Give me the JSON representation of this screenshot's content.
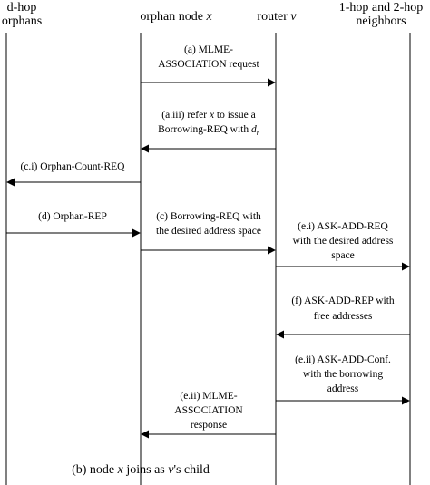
{
  "headers": [
    {
      "id": "d-hop",
      "lines": [
        "d-hop",
        "orphans"
      ],
      "italic_token": "d"
    },
    {
      "id": "orphan-node",
      "lines": [
        "orphan node x"
      ],
      "italic_token": "x"
    },
    {
      "id": "router",
      "lines": [
        "router v"
      ],
      "italic_token": "v"
    },
    {
      "id": "neighbors",
      "lines": [
        "1-hop and 2-hop",
        "neighbors"
      ]
    }
  ],
  "messages": [
    {
      "id": "a",
      "from": "orphan-node",
      "to": "router",
      "lines": [
        "(a) MLME-",
        "ASSOCIATION request"
      ]
    },
    {
      "id": "a-iii",
      "from": "router",
      "to": "orphan-node",
      "lines": [
        "(a.iii) refer x to issue a",
        "Borrowing-REQ with dr"
      ]
    },
    {
      "id": "c-i",
      "from": "orphan-node",
      "to": "d-hop",
      "lines": [
        "(c.i) Orphan-Count-REQ"
      ]
    },
    {
      "id": "d",
      "from": "d-hop",
      "to": "orphan-node",
      "lines": [
        "(d) Orphan-REP"
      ]
    },
    {
      "id": "c",
      "from": "orphan-node",
      "to": "router",
      "lines": [
        "(c) Borrowing-REQ with",
        "the desired address space"
      ]
    },
    {
      "id": "e-i",
      "from": "router",
      "to": "neighbors",
      "lines": [
        "(e.i) ASK-ADD-REQ",
        "with the desired address",
        "space"
      ]
    },
    {
      "id": "f",
      "from": "neighbors",
      "to": "router",
      "lines": [
        "(f) ASK-ADD-REP with",
        "free addresses"
      ]
    },
    {
      "id": "e-ii-conf",
      "from": "router",
      "to": "neighbors",
      "lines": [
        "(e.ii) ASK-ADD-Conf.",
        "with the borrowing",
        "address"
      ]
    },
    {
      "id": "e-ii",
      "from": "router",
      "to": "orphan-node",
      "lines": [
        "(e.ii) MLME-",
        "ASSOCIATION",
        "response"
      ]
    }
  ],
  "caption": "(b) node x joins as v's child"
}
